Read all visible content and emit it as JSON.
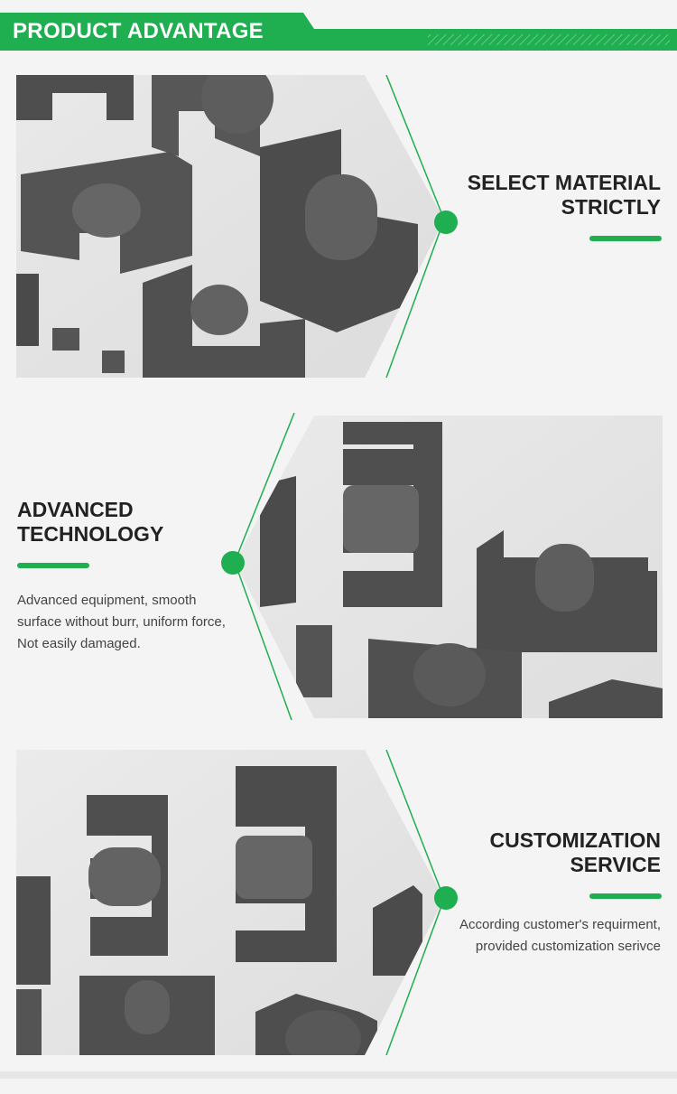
{
  "header": {
    "title": "PRODUCT ADVANTAGE"
  },
  "sections": [
    {
      "title_line1": "SELECT MATERIAL",
      "title_line2": "STRICTLY",
      "description": "",
      "image_label": "ferrite-cores-photo"
    },
    {
      "title_line1": "ADVANCED",
      "title_line2": "TECHNOLOGY",
      "description_lines": [
        "Advanced equipment, smooth",
        "surface without burr, uniform force,",
        "Not easily damaged."
      ],
      "image_label": "ferrite-cores-photo"
    },
    {
      "title_line1": "CUSTOMIZATION",
      "title_line2": "SERVICE",
      "description_lines": [
        "According customer's requirment,",
        "provided customization serivce"
      ],
      "image_label": "ferrite-cores-photo"
    }
  ],
  "colors": {
    "accent": "#1fae50",
    "text": "#222222",
    "background": "#f4f4f4"
  }
}
